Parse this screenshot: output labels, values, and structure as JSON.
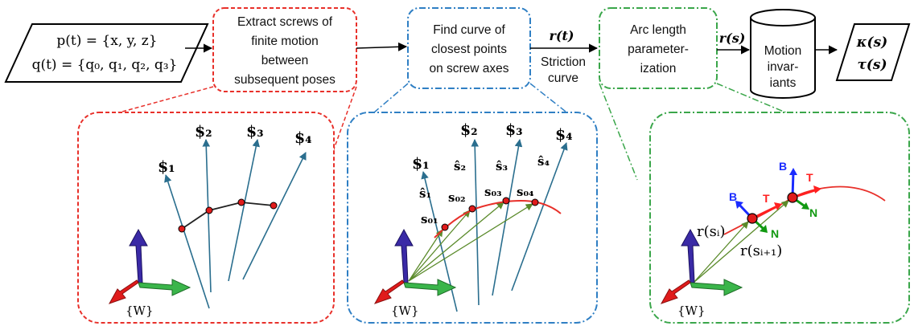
{
  "input": {
    "line1": "p(t) = {x, y, z}",
    "line2": "q(t) = {q₀, q₁, q₂, q₃}"
  },
  "step1": {
    "lines": [
      "Extract screws of",
      "finite motion",
      "between",
      "subsequent poses"
    ]
  },
  "step2": {
    "lines": [
      "Find curve of",
      "closest points",
      "on screw axes"
    ]
  },
  "arrow2": {
    "top": "r(t)",
    "bottom": [
      "Striction",
      "curve"
    ]
  },
  "step3": {
    "lines": [
      "Arc length",
      "parameter-",
      "ization"
    ]
  },
  "arrow3": {
    "top": "r(s)"
  },
  "db": {
    "lines": [
      "Motion",
      "invar-",
      "iants"
    ]
  },
  "output": {
    "line1": "κ(s)",
    "line2": "τ(s)"
  },
  "panel1": {
    "screws": [
      "$₁",
      "$₂",
      "$₃",
      "$₄"
    ],
    "frame": "{W}"
  },
  "panel2": {
    "screws": [
      "$₁",
      "$₂",
      "$₃",
      "$₄"
    ],
    "dirs": [
      "ŝ₁",
      "ŝ₂",
      "ŝ₃",
      "ŝ₄"
    ],
    "points": [
      "s₀₁",
      "s₀₂",
      "s₀₃",
      "s₀₄"
    ],
    "frame": "{W}"
  },
  "panel3": {
    "ri": "r(sᵢ)",
    "ri1": "r(sᵢ₊₁)",
    "frame": "{W}",
    "B": "B",
    "T": "T",
    "N": "N"
  },
  "colors": {
    "red": "#e8302a",
    "blue_dash": "#2f7fc4",
    "green_dash": "#3aa64a",
    "screw_axis": "#2a6e8e",
    "frame_red": "#e01b1b",
    "frame_green": "#3ab54a",
    "frame_blue": "#3a2aa6",
    "tangent": "#ff2020",
    "normal": "#119911",
    "binormal": "#1a2bff"
  }
}
